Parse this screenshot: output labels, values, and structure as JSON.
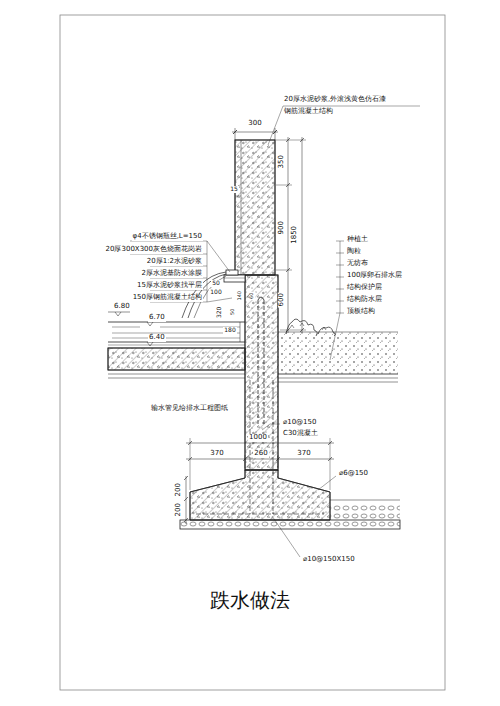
{
  "diagram": {
    "caption": "跌水做法",
    "labels": [
      "20厚水泥砂浆,外滚浅黄色仿石漆",
      "钢筋混凝土结构",
      "300",
      "350",
      "900",
      "1850",
      "600",
      "15",
      "φ4不锈钢瓶丝,L=150",
      "20厚300X300灰色烧面花岗岩",
      "20厚1:2水泥砂浆",
      "2厚水泥基防水涂膜",
      "15厚水泥砂浆找平层",
      "150厚钢筋混凝土结构",
      "50",
      "100",
      "320",
      "180",
      "6.80",
      "6.70",
      "6.40",
      "50",
      "140",
      "60",
      "种植土",
      "陶粒",
      "无纺布",
      "100厚卵石排水层",
      "结构保护层",
      "结构防水层",
      "顶板结构",
      "输水管见给排水工程图纸",
      "⌀10@150",
      "C30混凝土",
      "1000",
      "370",
      "260",
      "370",
      "⌀6@150",
      "200",
      "200",
      "⌀10@150X150"
    ]
  }
}
